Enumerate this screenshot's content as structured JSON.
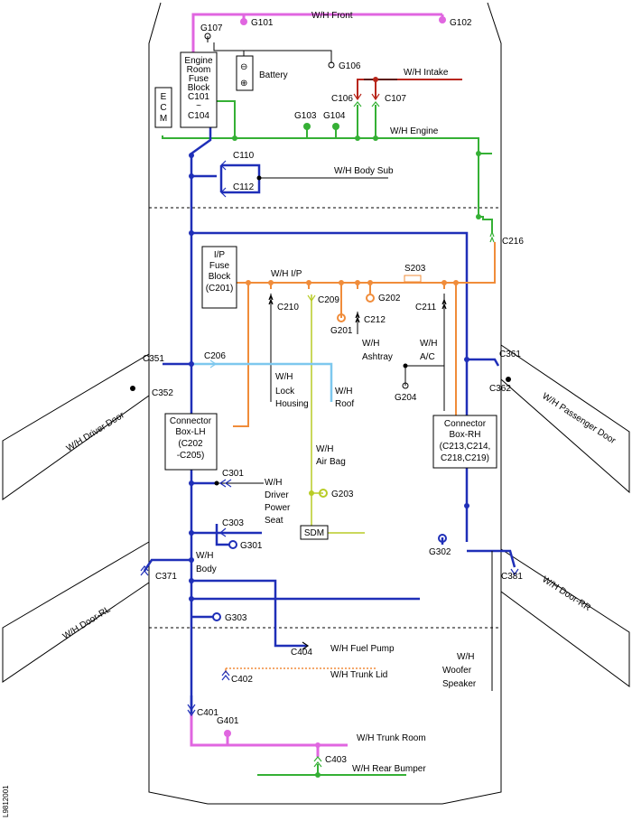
{
  "colors": {
    "body": "#1f2fb8",
    "engine": "#35b035",
    "front": "#e066e0",
    "intake": "#b8261a",
    "ip": "#f08c3a",
    "airbag": "#b8cc26",
    "lock": "#7ec8ee",
    "ground": "#000000"
  },
  "figure_id": "L9812001",
  "components": {
    "engine_fuse": [
      "Engine",
      "Room",
      "Fuse",
      "Block",
      "C101",
      "~",
      "C104"
    ],
    "ecm": [
      "E",
      "C",
      "M"
    ],
    "battery": "Battery",
    "ip_fuse": [
      "I/P",
      "Fuse",
      "Block",
      "(C201)"
    ],
    "connector_lh": [
      "Connector",
      "Box-LH",
      "(C202",
      "-C205)"
    ],
    "connector_rh": [
      "Connector",
      "Box-RH",
      "(C213,C214,",
      "C218,C219)"
    ],
    "sdm": "SDM"
  },
  "harness_labels": {
    "front": "W/H Front",
    "intake": "W/H Intake",
    "engine": "W/H Engine",
    "body_sub": "W/H Body Sub",
    "ip": "W/H I/P",
    "lock_housing": [
      "W/H",
      "Lock",
      "Housing"
    ],
    "roof": [
      "W/H",
      "Roof"
    ],
    "ashtray": [
      "W/H",
      "Ashtray"
    ],
    "ac": [
      "W/H",
      "A/C"
    ],
    "air_bag": [
      "W/H",
      "Air Bag"
    ],
    "driver_power_seat": [
      "W/H",
      "Driver",
      "Power",
      "Seat"
    ],
    "body": [
      "W/H",
      "Body"
    ],
    "fuel_pump": "W/H Fuel Pump",
    "trunk_lid": "W/H Trunk Lid",
    "woofer": [
      "W/H",
      "Woofer",
      "Speaker"
    ],
    "trunk_room": "W/H Trunk Room",
    "rear_bumper": "W/H Rear Bumper",
    "driver_door": "W/H Driver Door",
    "passenger_door": "W/H Passenger Door",
    "door_rl": "W/H Door-RL",
    "door_rr": "W/H Door-RR"
  },
  "connectors": {
    "c106": "C106",
    "c107": "C107",
    "c110": "C110",
    "c112": "C112",
    "c216": "C216",
    "c210": "C210",
    "c209": "C209",
    "c212": "C212",
    "c211": "C211",
    "s203": "S203",
    "c206": "C206",
    "c351": "C351",
    "c352": "C352",
    "c361": "C361",
    "c362": "C362",
    "c301": "C301",
    "c303": "C303",
    "c371": "C371",
    "c381": "C381",
    "c404": "C404",
    "c402": "C402",
    "c401": "C401",
    "c403": "C403"
  },
  "grounds": {
    "g101": "G101",
    "g102": "G102",
    "g107": "G107",
    "g106": "G106",
    "g103": "G103",
    "g104": "G104",
    "g202": "G202",
    "g201": "G201",
    "g204": "G204",
    "g203": "G203",
    "g301": "G301",
    "g302": "G302",
    "g303": "G303",
    "g401": "G401"
  }
}
